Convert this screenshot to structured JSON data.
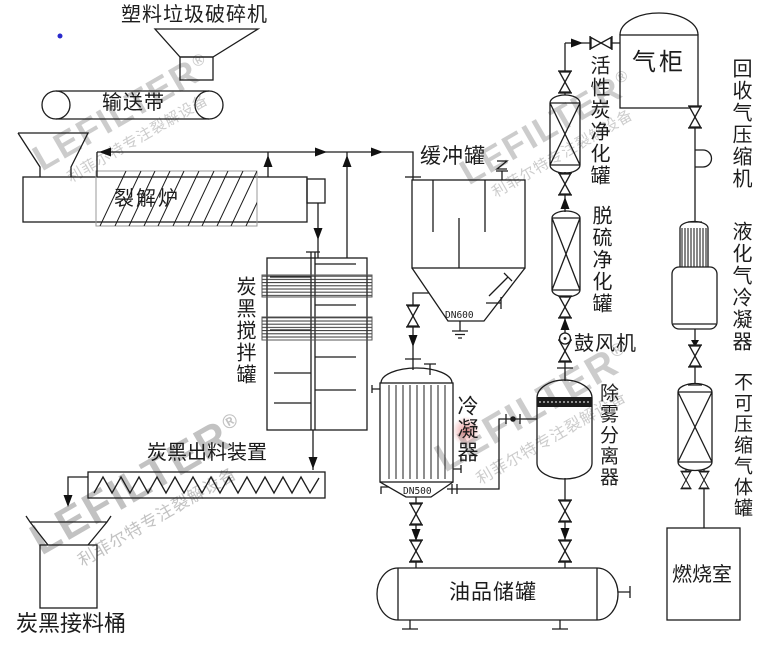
{
  "watermark": {
    "logo": "LEFILTER",
    "reg": "®",
    "sub": "利菲尔特专注裂解设备"
  },
  "labels": {
    "crusher": "塑料垃圾破碎机",
    "conveyor": "输送带",
    "furnace": "裂解炉",
    "buffer_tank": "缓冲罐",
    "buffer_dn": "DN600",
    "stir_tank": "炭黑搅拌罐",
    "discharge_device": "炭黑出料装置",
    "receiving_barrel": "炭黑接料桶",
    "condenser": "冷凝器",
    "condenser_dn": "DN500",
    "oil_tank": "油品储罐",
    "mist_separator": "除雾分离器",
    "blower": "鼓风机",
    "desulfurization_tank": "脱硫净化罐",
    "activated_carbon_tank": "活性炭净化罐",
    "gas_holder": "气柜",
    "recovery_compressor": "回收气压缩机",
    "lpg_condenser": "液化气冷凝器",
    "incompressible_gas_tank": "不可压缩气体罐",
    "combustion_chamber": "燃烧室"
  },
  "colors": {
    "line": "#1c1c1c",
    "watermark_gray": "#9b9b9b",
    "blue_mark": "#2a2acc",
    "pink_tint": "#e15a5a"
  }
}
